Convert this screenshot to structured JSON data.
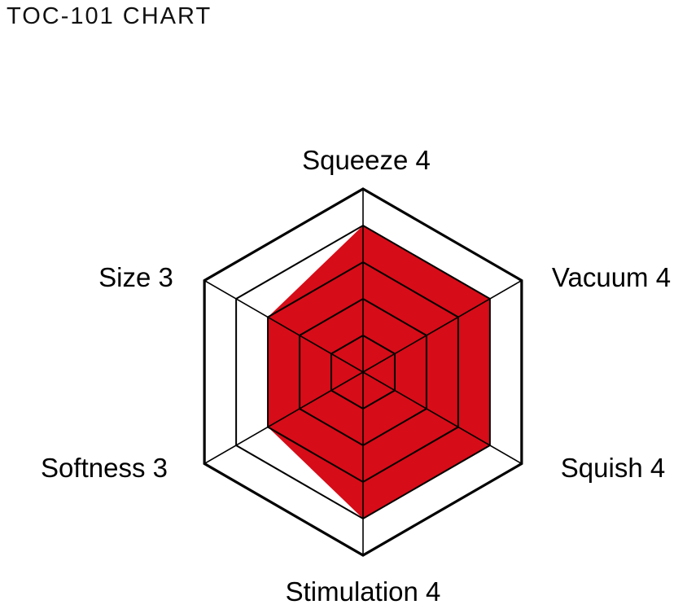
{
  "chart_data": {
    "type": "radar",
    "title": "TOC-101 CHART",
    "axes": [
      "Squeeze",
      "Vacuum",
      "Squish",
      "Stimulation",
      "Softness",
      "Size"
    ],
    "values": [
      4,
      4,
      4,
      4,
      3,
      3
    ],
    "labels": [
      "Squeeze 4",
      "Vacuum 4",
      "Squish 4",
      "Stimulation 4",
      "Softness 3",
      "Size 3"
    ],
    "range": [
      0,
      5
    ],
    "levels": 5,
    "fill_color": "#d60c18",
    "grid_color": "#000000"
  }
}
